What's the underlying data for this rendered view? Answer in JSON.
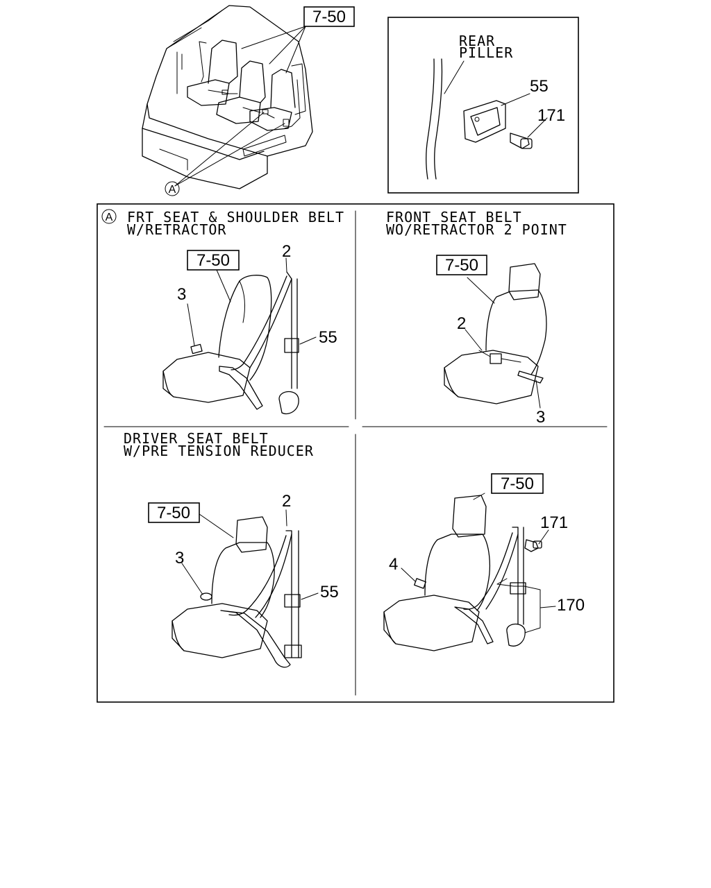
{
  "overview": {
    "ref_label": "7-50",
    "callout": "A"
  },
  "inset": {
    "label_line1": "REAR",
    "label_line2": "PILLER",
    "part_55": "55",
    "part_171": "171"
  },
  "panels": {
    "callout": "A",
    "frt": {
      "title_line1": "FRT SEAT & SHOULDER BELT",
      "title_line2": "W/RETRACTOR",
      "ref_label": "7-50",
      "part_2": "2",
      "part_3": "3",
      "part_55": "55"
    },
    "front2pt": {
      "title_line1": "FRONT SEAT BELT",
      "title_line2": "WO/RETRACTOR 2 POINT",
      "ref_label": "7-50",
      "part_2": "2",
      "part_3": "3"
    },
    "driver": {
      "title_line1": "DRIVER SEAT BELT",
      "title_line2": "W/PRE TENSION REDUCER",
      "ref_label": "7-50",
      "part_2": "2",
      "part_3": "3",
      "part_55": "55"
    },
    "other": {
      "ref_label": "7-50",
      "part_4": "4",
      "part_171": "171",
      "part_170": "170"
    }
  }
}
